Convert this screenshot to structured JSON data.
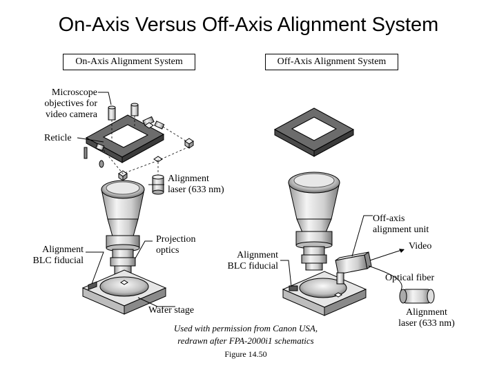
{
  "title": "On-Axis Versus Off-Axis Alignment System",
  "panels": {
    "on_axis": "On-Axis Alignment System",
    "off_axis": "Off-Axis Alignment System"
  },
  "labels": {
    "microscope": "Microscope\nobjectives for\nvideo camera",
    "reticle": "Reticle",
    "alignment_laser_left": "Alignment\nlaser (633 nm)",
    "projection_optics": "Projection\noptics",
    "blc_left": "Alignment\nBLC fiducial",
    "blc_right": "Alignment\nBLC fiducial",
    "wafer_stage": "Wafer stage",
    "off_axis_unit": "Off-axis\nalignment unit",
    "video": "Video",
    "optical_fiber": "Optical fiber",
    "alignment_laser_right": "Alignment\nlaser (633 nm)"
  },
  "credit": "Used with permission from Canon USA,\nredrawn after FPA-2000i1 schematics",
  "figure": "Figure 14.50"
}
